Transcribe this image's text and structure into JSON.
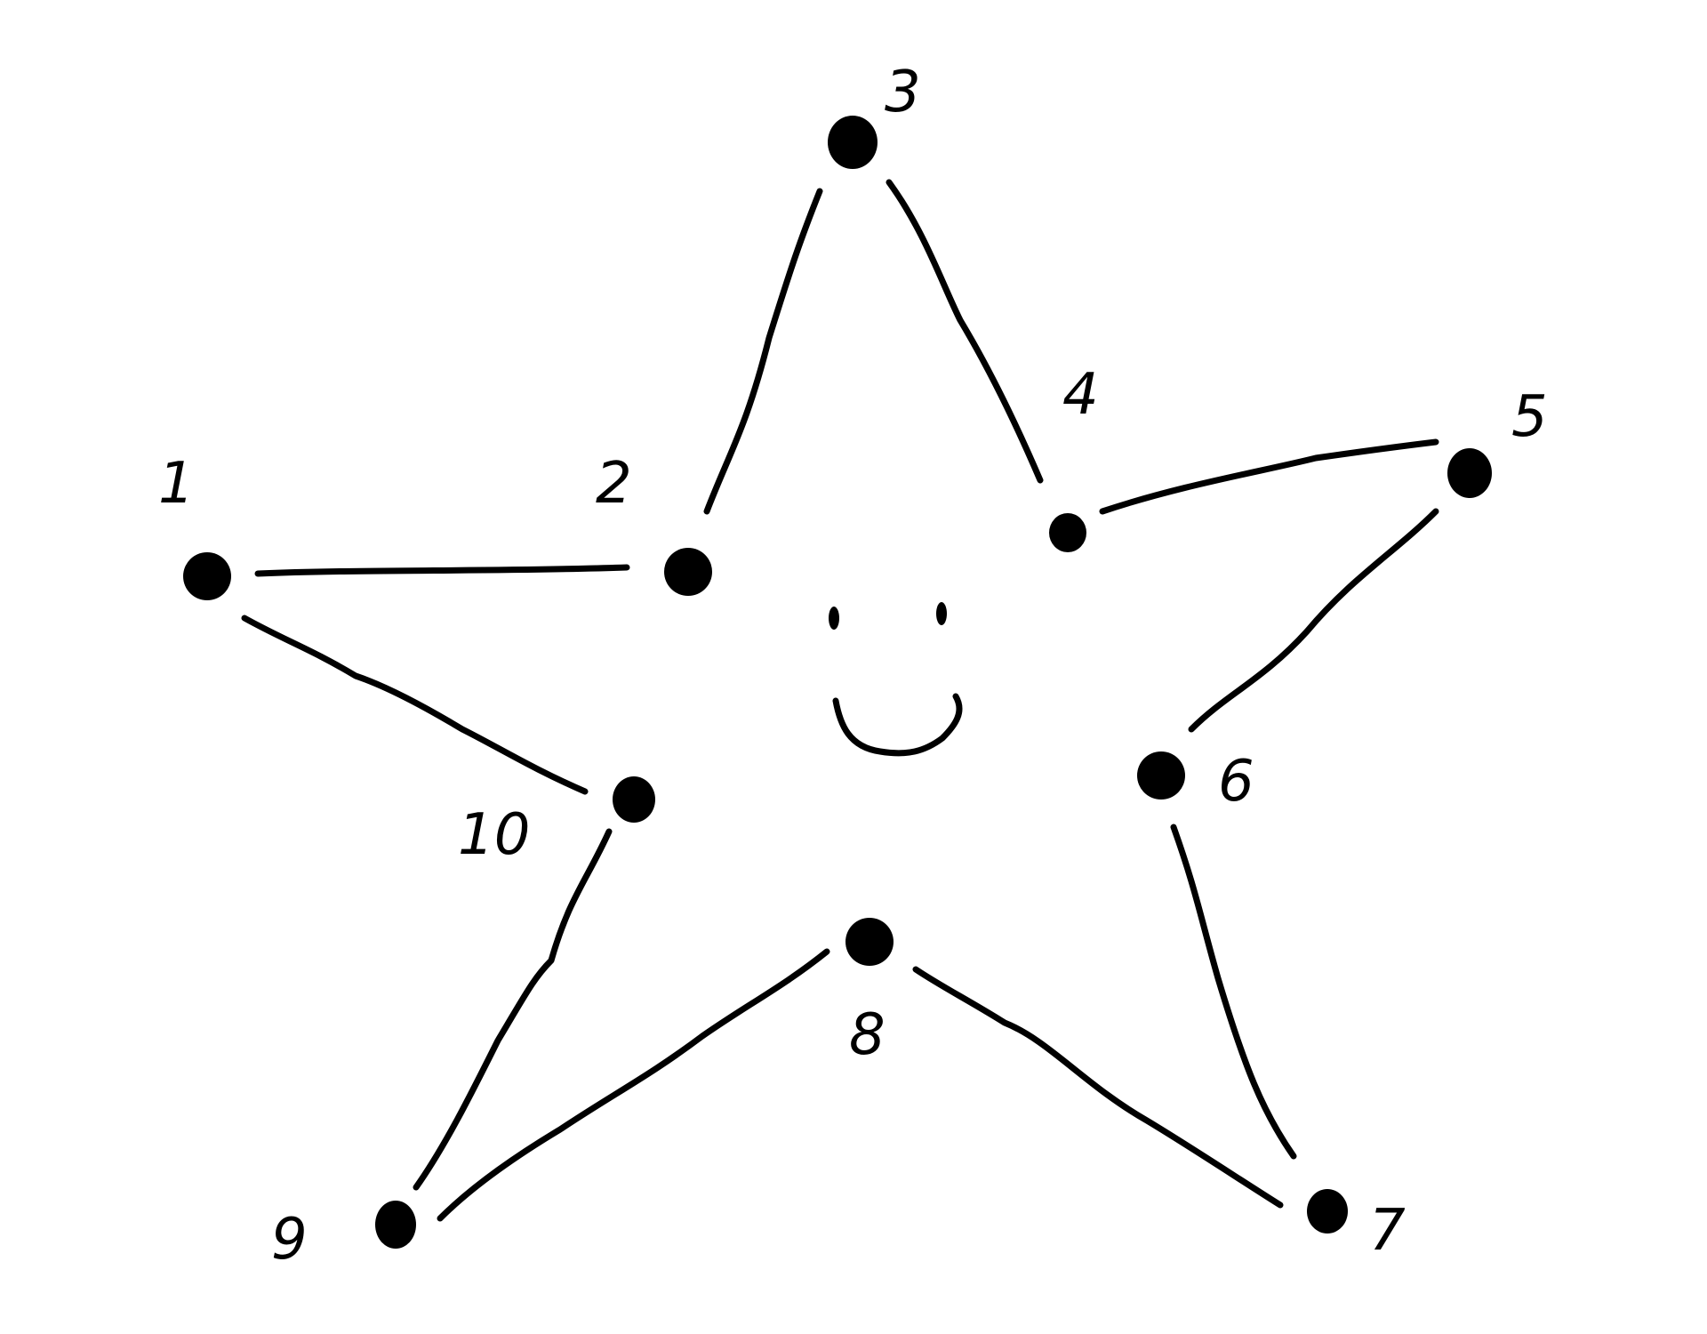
{
  "puzzle": {
    "type": "connect-the-dots",
    "shape": "star",
    "dots": [
      {
        "label": "1"
      },
      {
        "label": "2"
      },
      {
        "label": "3"
      },
      {
        "label": "4"
      },
      {
        "label": "5"
      },
      {
        "label": "6"
      },
      {
        "label": "7"
      },
      {
        "label": "8"
      },
      {
        "label": "9"
      },
      {
        "label": "10"
      }
    ],
    "face": "smiley"
  },
  "colors": {
    "ink": "#000000",
    "background": "#ffffff"
  }
}
